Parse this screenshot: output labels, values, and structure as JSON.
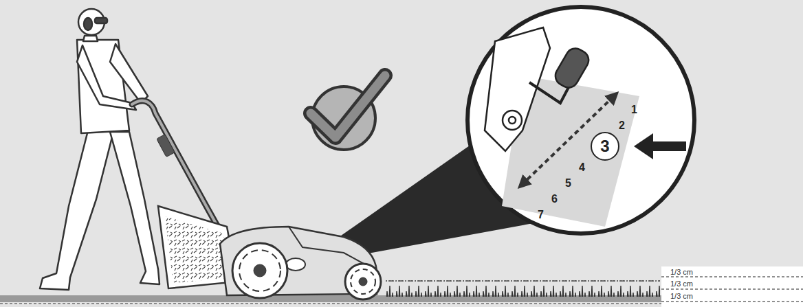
{
  "diagram": {
    "nodes": [
      {
        "text": [
          "3"
        ]
      }
    ],
    "labels": [
      "1",
      "2",
      "4",
      "5",
      "6",
      "7",
      "1/3 cm",
      "1/3 cm",
      "1/3 cm"
    ]
  }
}
